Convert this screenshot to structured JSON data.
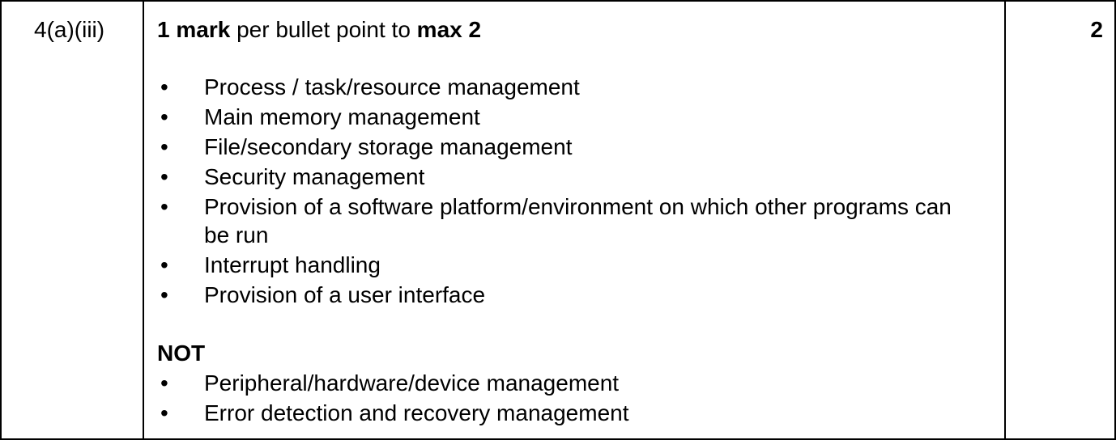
{
  "question": {
    "number": "4(a)(iii)",
    "marks": "2"
  },
  "answer": {
    "instruction": {
      "part1_bold": "1 mark",
      "part2": " per bullet point to ",
      "part3_bold": "max 2"
    },
    "accept_points": [
      "Process  /  task/resource management",
      "Main memory management",
      "File/secondary storage management",
      "Security management",
      "Provision of a software platform/environment on which other programs can be run",
      "Interrupt handling",
      "Provision of a user interface"
    ],
    "not_heading": "NOT",
    "reject_points": [
      "Peripheral/hardware/device management",
      "Error detection and recovery management"
    ],
    "bullet_glyph": "•"
  }
}
